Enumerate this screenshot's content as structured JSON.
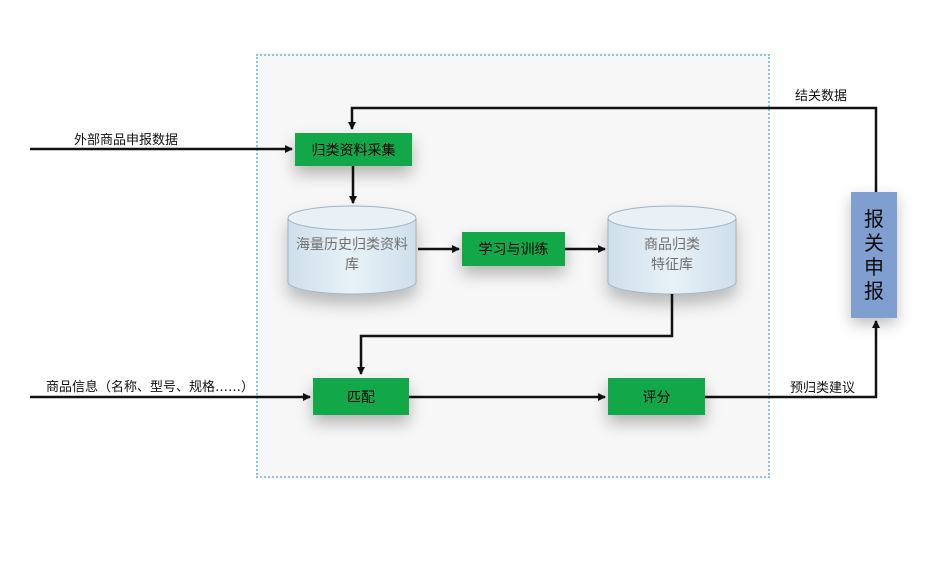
{
  "inputs": {
    "external_declaration": "外部商品申报数据",
    "product_info": "商品信息（名称、型号、规格……）"
  },
  "nodes": {
    "collect": "归类资料采集",
    "history_db": "海量历史归类资料库",
    "train": "学习与训练",
    "feature_db": "商品归类特征库",
    "match": "匹配",
    "score": "评分",
    "customs": [
      "报",
      "关",
      "申",
      "报"
    ]
  },
  "edges": {
    "closing_data": "结关数据",
    "suggestion": "预归类建议"
  },
  "colors": {
    "process_fill": "#12a84a",
    "customs_fill": "#7f9fd1",
    "panel_border": "#8fc3e6",
    "db_fill": "#dbe8f1"
  }
}
